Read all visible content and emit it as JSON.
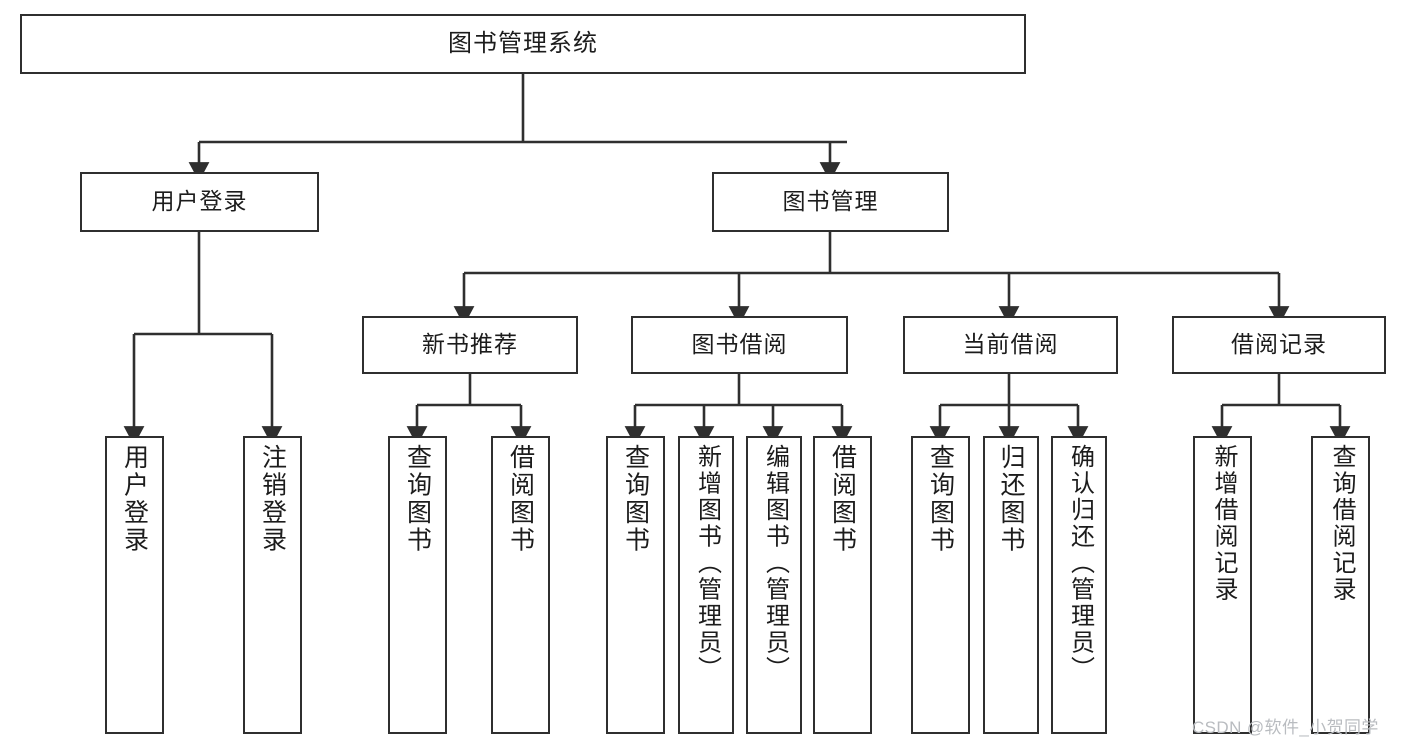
{
  "diagram": {
    "title": "图书管理系统",
    "type": "tree-hierarchy-chart",
    "colors": {
      "stroke": "#2f2f2f",
      "fill": "#ffffff",
      "text": "#1c1c1c",
      "watermark": "#b9bcc0"
    },
    "nodes": {
      "root": {
        "label": "图书管理系统"
      },
      "level2": [
        {
          "id": "user-login",
          "label": "用户登录"
        },
        {
          "id": "book-manage",
          "label": "图书管理"
        }
      ],
      "level3": [
        {
          "id": "new-book-recommend",
          "label": "新书推荐"
        },
        {
          "id": "book-borrow",
          "label": "图书借阅"
        },
        {
          "id": "current-borrow",
          "label": "当前借阅"
        },
        {
          "id": "borrow-record",
          "label": "借阅记录"
        }
      ],
      "leaves": {
        "user-login": [
          {
            "id": "leaf-user-login",
            "label": "用户登录"
          },
          {
            "id": "leaf-user-logout",
            "label": "注销登录"
          }
        ],
        "new-book-recommend": [
          {
            "id": "leaf-query-book-1",
            "label": "查询图书"
          },
          {
            "id": "leaf-borrow-book-1",
            "label": "借阅图书"
          }
        ],
        "book-borrow": [
          {
            "id": "leaf-query-book-2",
            "label": "查询图书"
          },
          {
            "id": "leaf-add-book",
            "label": "新增图书（管理员）"
          },
          {
            "id": "leaf-edit-book",
            "label": "编辑图书（管理员）"
          },
          {
            "id": "leaf-borrow-book-2",
            "label": "借阅图书"
          }
        ],
        "current-borrow": [
          {
            "id": "leaf-query-book-3",
            "label": "查询图书"
          },
          {
            "id": "leaf-return-book",
            "label": "归还图书"
          },
          {
            "id": "leaf-confirm-return",
            "label": "确认归还（管理员）"
          }
        ],
        "borrow-record": [
          {
            "id": "leaf-add-record",
            "label": "新增借阅记录"
          },
          {
            "id": "leaf-query-record",
            "label": "查询借阅记录"
          }
        ]
      }
    },
    "watermark": "CSDN @软件_小贺同学"
  }
}
